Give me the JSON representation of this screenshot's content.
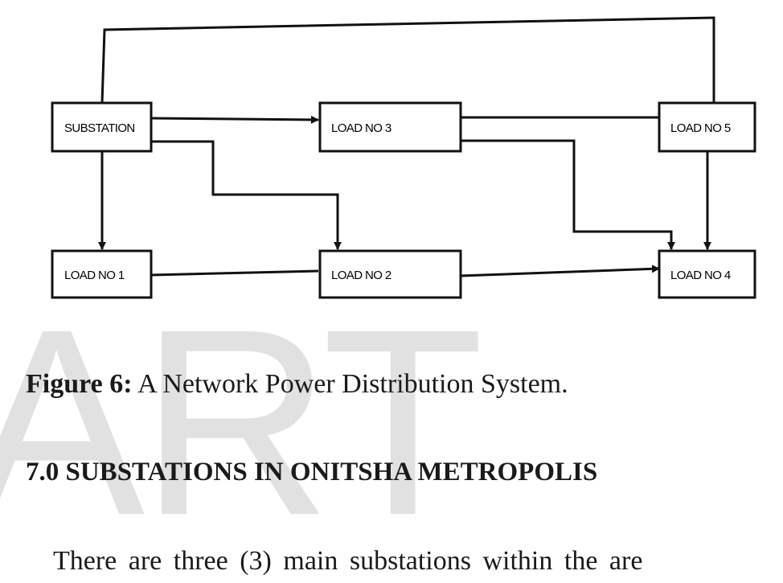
{
  "watermark": "ART",
  "diagram": {
    "boxes": {
      "substation": "SUBSTATION",
      "load3": "LOAD NO 3",
      "load5": "LOAD NO 5",
      "load1": "LOAD NO 1",
      "load2": "LOAD NO 2",
      "load4": "LOAD NO 4"
    }
  },
  "caption": {
    "number": "Figure 6:",
    "text": " A Network Power Distribution System."
  },
  "section_heading": "7.0 SUBSTATIONS IN ONITSHA METROPOLIS",
  "body": {
    "paragraph_start": "There are three (3) main substations within the are"
  }
}
